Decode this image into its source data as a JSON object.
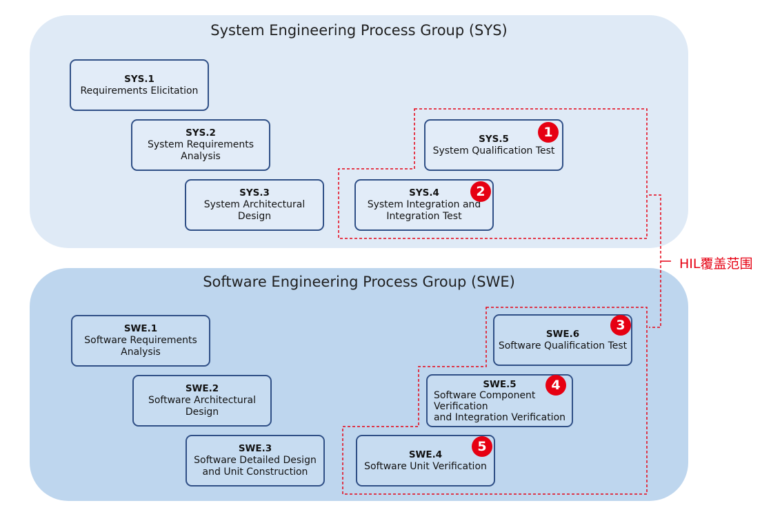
{
  "sys_group": {
    "title": "System Engineering Process Group (SYS)",
    "boxes": [
      {
        "code": "SYS.1",
        "desc": "Requirements Elicitation"
      },
      {
        "code": "SYS.2",
        "desc": "System Requirements\nAnalysis"
      },
      {
        "code": "SYS.3",
        "desc": "System Architectural Design"
      },
      {
        "code": "SYS.5",
        "desc": "System Qualification Test",
        "badge": "1"
      },
      {
        "code": "SYS.4",
        "desc": "System Integration and\nIntegration Test",
        "badge": "2"
      }
    ]
  },
  "swe_group": {
    "title": "Software Engineering Process Group (SWE)",
    "boxes": [
      {
        "code": "SWE.1",
        "desc": "Software Requirements\nAnalysis"
      },
      {
        "code": "SWE.2",
        "desc": "Software Architectural\nDesign"
      },
      {
        "code": "SWE.3",
        "desc": "Software Detailed Design\nand Unit Construction"
      },
      {
        "code": "SWE.6",
        "desc": "Software Qualification Test",
        "badge": "3"
      },
      {
        "code": "SWE.5",
        "desc": "Software Component\nVerification\nand Integration Verification",
        "badge": "4"
      },
      {
        "code": "SWE.4",
        "desc": "Software Unit Verification",
        "badge": "5"
      }
    ]
  },
  "hil_label": "HIL覆盖范围",
  "colors": {
    "sys_bg": "#dfeaf6",
    "swe_bg": "#bed6ee",
    "box_border": "#2f4f86",
    "highlight": "#e60012"
  }
}
